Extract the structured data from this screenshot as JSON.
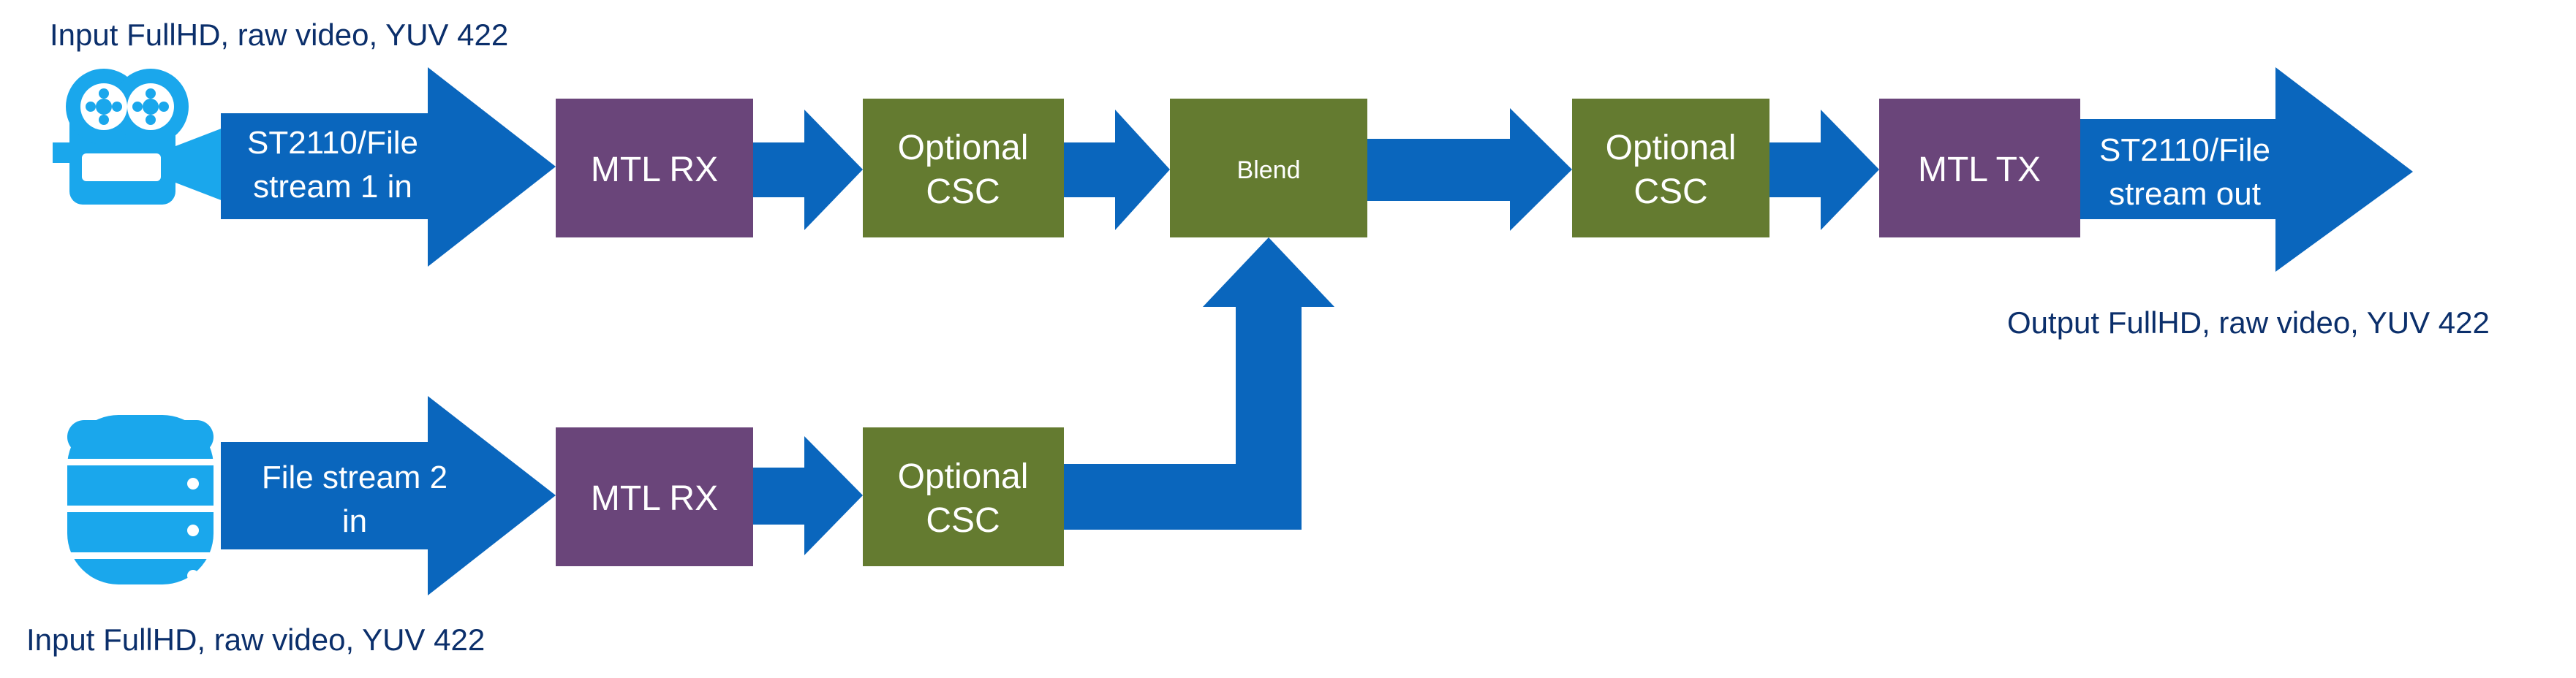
{
  "colors": {
    "arrow": "#0a66bd",
    "mtl_box": "#6a457a",
    "csc_box": "#647b30",
    "icon": "#1aa7ec",
    "caption_text": "#0b2f6b"
  },
  "captions": {
    "input_top": "Input FullHD, raw video, YUV 422",
    "input_bottom": "Input FullHD, raw video, YUV 422",
    "output": "Output FullHD, raw video, YUV 422"
  },
  "icons": {
    "camera": "video-camera-icon",
    "database": "database-icon"
  },
  "arrows": {
    "stream1_line1": "ST2110/File",
    "stream1_line2": "stream 1 in",
    "stream2_line1": "File stream  2",
    "stream2_line2": "in",
    "out_line1": "ST2110/File",
    "out_line2": "stream out"
  },
  "boxes": {
    "rx_top": "MTL RX",
    "csc_top_line1": "Optional",
    "csc_top_line2": "CSC",
    "blend": "Blend",
    "csc_out_line1": "Optional",
    "csc_out_line2": "CSC",
    "tx": "MTL TX",
    "rx_bottom": "MTL RX",
    "csc_bottom_line1": "Optional",
    "csc_bottom_line2": "CSC"
  }
}
